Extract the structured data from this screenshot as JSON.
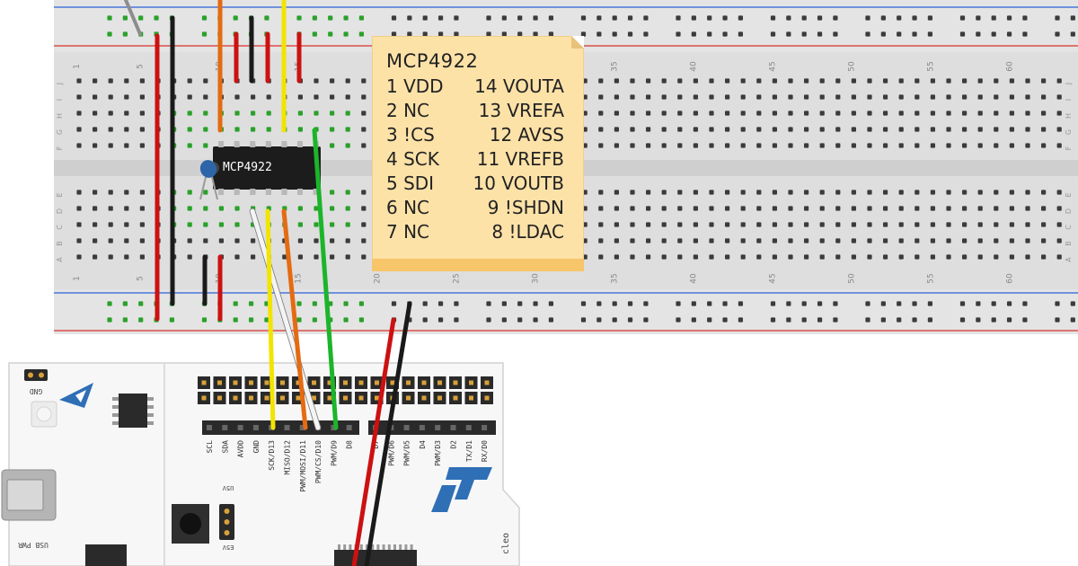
{
  "colors": {
    "breadboard": "#d9d9d9",
    "rail_red": "#d8312b",
    "rail_blue": "#2b5fd8",
    "hole": "#3b3b3b",
    "hole_green": "#2aa12a",
    "wire_red": "#cc1111",
    "wire_black": "#1a1a1a",
    "wire_orange": "#e46b12",
    "wire_yellow": "#f2e400",
    "wire_green": "#1bb52a",
    "wire_white": "#f4f4f4",
    "chip": "#1c1c1c",
    "capacitor": "#2e64a8",
    "note": "#fde2a8",
    "board": "#f7f7f7",
    "header": "#2a2a2a",
    "st_logo": "#2f6fb6"
  },
  "breadboard": {
    "column_numbers": [
      "1",
      "5",
      "10",
      "15",
      "20",
      "25",
      "30",
      "35",
      "40",
      "45",
      "50",
      "55",
      "60"
    ],
    "row_letters_top": [
      "J",
      "I",
      "H",
      "G",
      "F"
    ],
    "row_letters_bottom": [
      "E",
      "D",
      "C",
      "B",
      "A"
    ]
  },
  "chip": {
    "label": "MCP4922"
  },
  "note": {
    "title": "MCP4922",
    "pins": [
      {
        "left": "1 VDD",
        "right": "14 VOUTA"
      },
      {
        "left": "2 NC",
        "right": "13 VREFA"
      },
      {
        "left": "3 !CS",
        "right": "12 AVSS"
      },
      {
        "left": "4 SCK",
        "right": "11 VREFB"
      },
      {
        "left": "5 SDI",
        "right": "10 VOUTB"
      },
      {
        "left": "6 NC",
        "right": "9 !SHDN"
      },
      {
        "left": "7 NC",
        "right": "8 !LDAC"
      }
    ]
  },
  "nucleo": {
    "gnd_label": "GND",
    "usb_pwr_label": "USB PWR",
    "u5v_label": "U5V",
    "e5v_label": "E5V",
    "board_text": "cleo",
    "header_labels_left": [
      "SCL",
      "SDA",
      "AVDD",
      "GND",
      "SCK/D13",
      "MISO/D12",
      "PWM/MOSI/D11",
      "PWM/CS/D10",
      "PWM/D9",
      "D8"
    ],
    "header_labels_right": [
      "D7",
      "PWM/D6",
      "PWM/D5",
      "D4",
      "PWM/D3",
      "D2",
      "TX/D1",
      "RX/D0"
    ]
  }
}
